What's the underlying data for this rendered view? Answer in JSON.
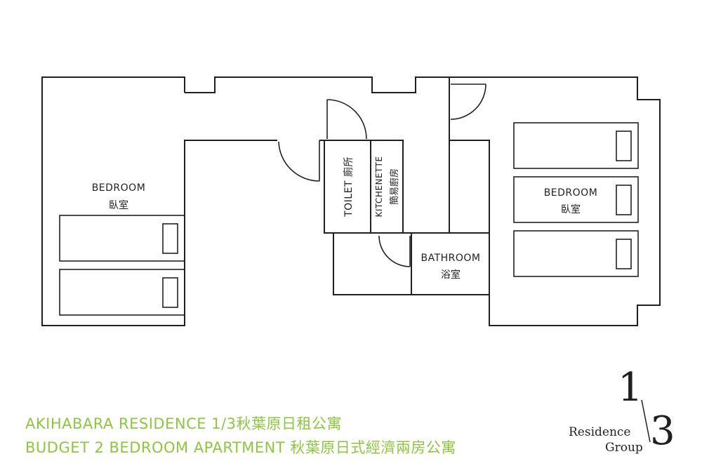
{
  "rooms": {
    "bedroom_left": {
      "en": "BEDROOM",
      "zh": "臥室"
    },
    "toilet": {
      "label": "TOILET 廁所"
    },
    "kitchenette": {
      "en": "KITCHENETTE",
      "zh": "簡易廚房"
    },
    "bathroom": {
      "en": "BATHROOM",
      "zh": "浴室"
    },
    "bedroom_right": {
      "en": "BEDROOM",
      "zh": "臥室"
    }
  },
  "caption": {
    "line1": "AKIHABARA RESIDENCE  1/3秋葉原日租公寓",
    "line2": "BUDGET 2 BEDROOM APARTMENT   秋葉原日式經濟兩房公寓"
  },
  "logo": {
    "numerator": "1",
    "slash": "/",
    "denominator": "3",
    "word1": "Residence",
    "word2": "Group"
  },
  "colors": {
    "caption": "#8dc63f",
    "lines": "#231f20"
  }
}
